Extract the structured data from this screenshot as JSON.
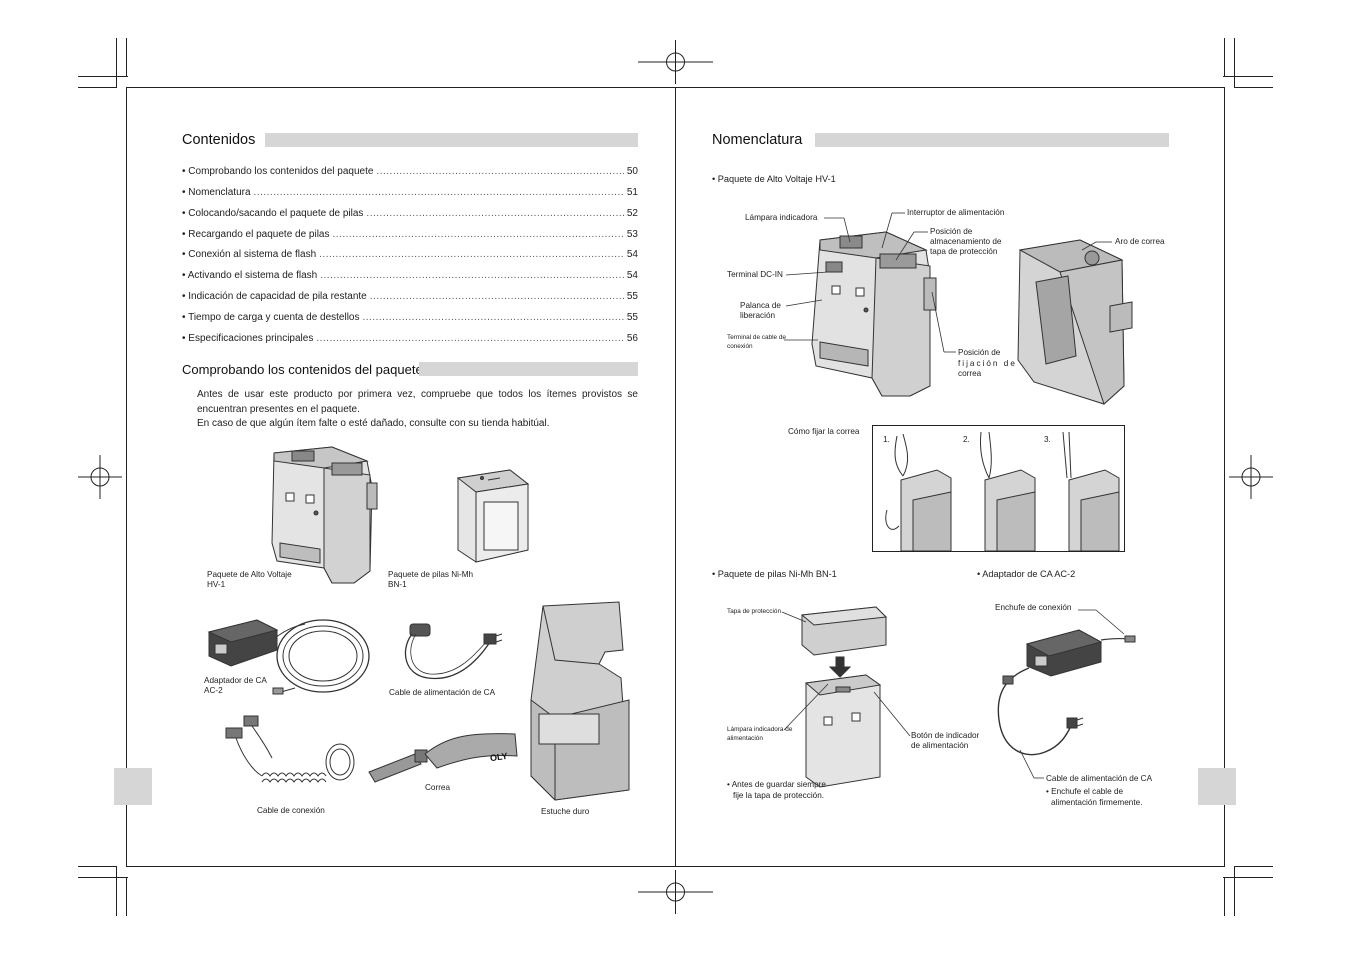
{
  "left_page": {
    "contents_title": "Contenidos",
    "toc": [
      {
        "label": "• Comprobando los contenidos del paquete",
        "page": "50"
      },
      {
        "label": "• Nomenclatura",
        "page": "51"
      },
      {
        "label": "• Colocando/sacando el paquete de pilas",
        "page": "52"
      },
      {
        "label": "• Recargando el paquete de pilas",
        "page": "53"
      },
      {
        "label": "• Conexión al sistema de flash",
        "page": "54"
      },
      {
        "label": "• Activando el sistema de flash",
        "page": "54"
      },
      {
        "label": "• Indicación de capacidad de pila restante",
        "page": "55"
      },
      {
        "label": "• Tiempo de carga y cuenta de destellos",
        "page": "55"
      },
      {
        "label": "• Especificaciones principales",
        "page": "56"
      }
    ],
    "check_title": "Comprobando los contenidos del paquete",
    "check_paragraph_1": "Antes de usar este producto por primera vez, compruebe que todos los ítemes provistos se encuentran presentes en el paquete.",
    "check_paragraph_2": "En caso de que algún ítem falte o esté dañado, consulte con su tienda habitúal.",
    "items": {
      "hv1_line1": "Paquete de Alto Voltaje",
      "hv1_line2": "HV-1",
      "bn1_line1": "Paquete de pilas Ni-Mh",
      "bn1_line2": "BN-1",
      "ac2_line1": "Adaptador de CA",
      "ac2_line2": "AC-2",
      "power_cable": "Cable de alimentación de CA",
      "connection_cable": "Cable de conexión",
      "strap": "Correa",
      "hard_case": "Estuche duro",
      "strap_brand": "OLY"
    }
  },
  "right_page": {
    "nomenclature_title": "Nomenclatura",
    "hv1_section": "• Paquete de Alto Voltaje   HV-1",
    "hv1_labels": {
      "indicator_lamp": "Lámpara indicadora",
      "power_switch": "Interruptor de alimentación",
      "cap_storage_1": "Posición de",
      "cap_storage_2": "almacenamiento de",
      "cap_storage_3": "tapa de protección",
      "strap_ring": "Aro de correa",
      "dc_in": "Terminal DC-IN",
      "release_1": "Palanca de",
      "release_2": "liberación",
      "conn_terminal_1": "Terminal de cable de",
      "conn_terminal_2": "conexión",
      "strap_pos_1": "Posición de",
      "strap_pos_2": "fijación de",
      "strap_pos_3": "correa"
    },
    "strap_how": "Cómo fijar la correa",
    "strap_steps": [
      "1.",
      "2.",
      "3."
    ],
    "bn1_section": "• Paquete de pilas Ni-Mh   BN-1",
    "ac2_section": "• Adaptador de CA   AC-2",
    "bn1_labels": {
      "cap": "Tapa de protección",
      "lamp_1": "Lámpara indicadora de",
      "lamp_2": "alimentación",
      "button_1": "Botón de indicador",
      "button_2": "de alimentación",
      "note_1": "• Antes de guardar siempre",
      "note_2": "fije la tapa de protección."
    },
    "ac2_labels": {
      "plug": "Enchufe de conexión",
      "cable": "Cable de alimentación de CA",
      "note_1": "• Enchufe el cable de",
      "note_2": "alimentación firmemente."
    }
  }
}
